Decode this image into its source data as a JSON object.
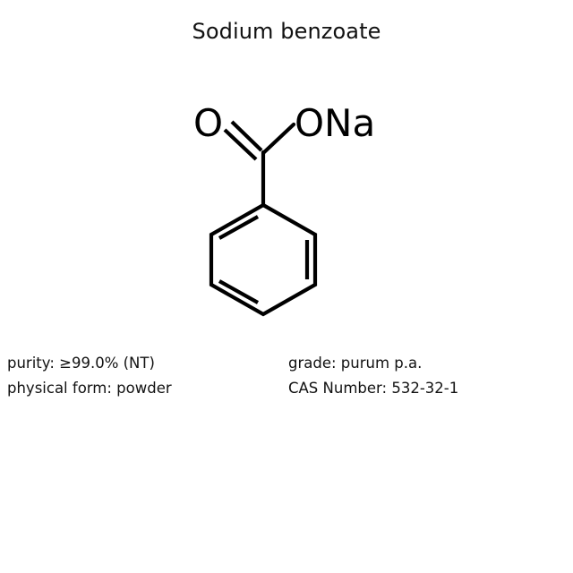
{
  "title": "Sodium benzoate",
  "structure": {
    "carbonyl_oxygen_label": "O",
    "ester_oxygen_sodium_label": "ONa",
    "ring_name": "benzene-ring",
    "bond_color": "#000000"
  },
  "properties": {
    "left_column": [
      "purity: ≥99.0% (NT)",
      "physical form: powder"
    ],
    "right_column": [
      "grade: purum p.a.",
      "CAS Number: 532-32-1"
    ]
  },
  "colors": {
    "background": "#ffffff",
    "text": "#111111",
    "stroke": "#000000"
  }
}
